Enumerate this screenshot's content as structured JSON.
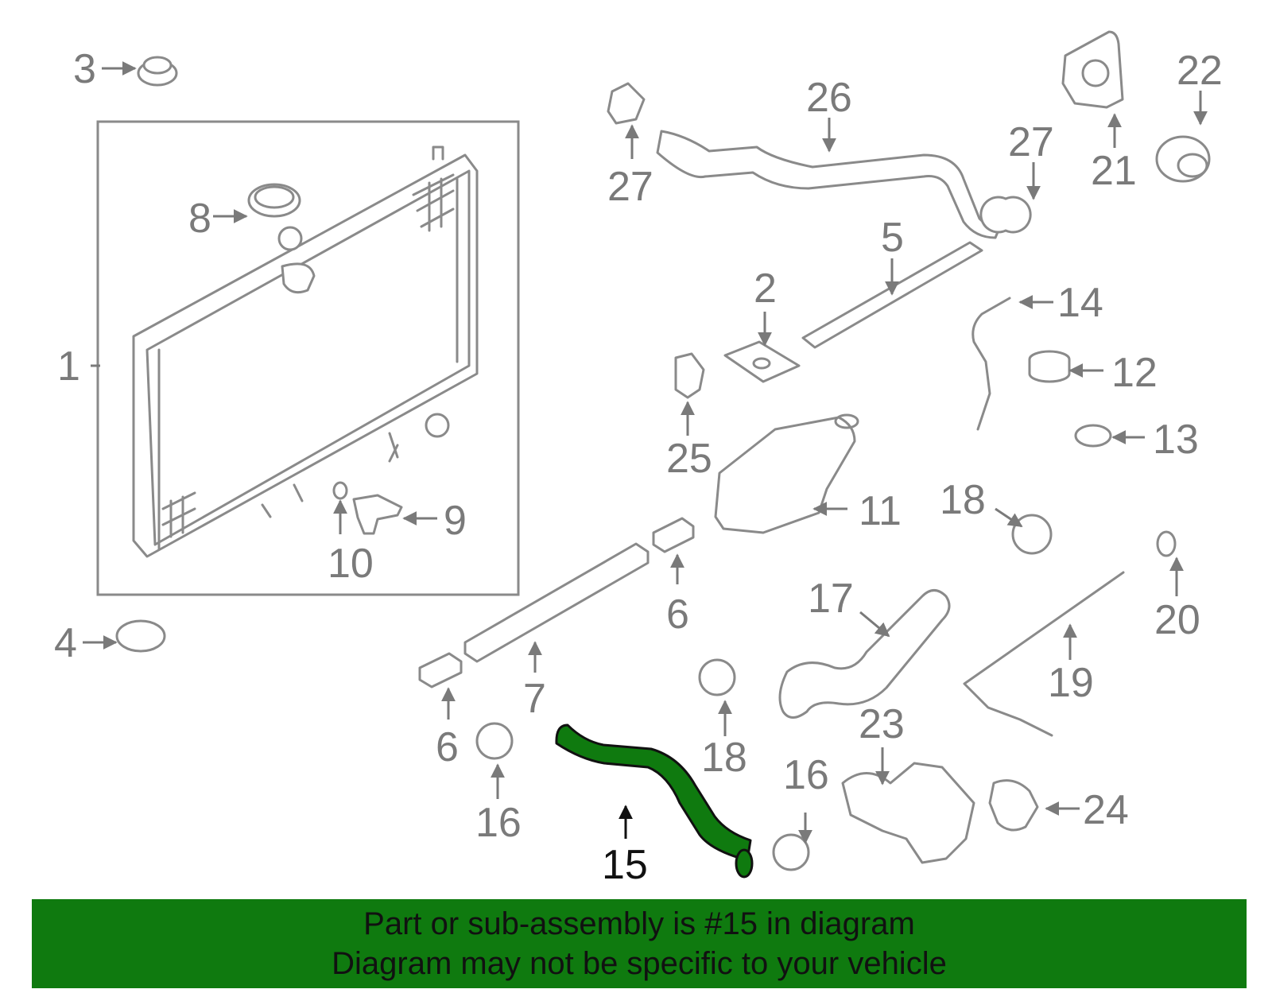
{
  "callouts": {
    "c1": "1",
    "c2": "2",
    "c3": "3",
    "c4": "4",
    "c5": "5",
    "c6a": "6",
    "c6b": "6",
    "c7": "7",
    "c8": "8",
    "c9": "9",
    "c10": "10",
    "c11": "11",
    "c12": "12",
    "c13": "13",
    "c14": "14",
    "c15": "15",
    "c16a": "16",
    "c16b": "16",
    "c17": "17",
    "c18a": "18",
    "c18b": "18",
    "c19": "19",
    "c20": "20",
    "c21": "21",
    "c22": "22",
    "c23": "23",
    "c24": "24",
    "c25": "25",
    "c26": "26",
    "c27a": "27",
    "c27b": "27"
  },
  "highlight": {
    "color": "#0f7a0f",
    "part_number": "15"
  },
  "banner": {
    "line1": "Part or sub-assembly is #15 in diagram",
    "line2": "Diagram may not be specific to your vehicle",
    "background": "#0f7a0f"
  }
}
